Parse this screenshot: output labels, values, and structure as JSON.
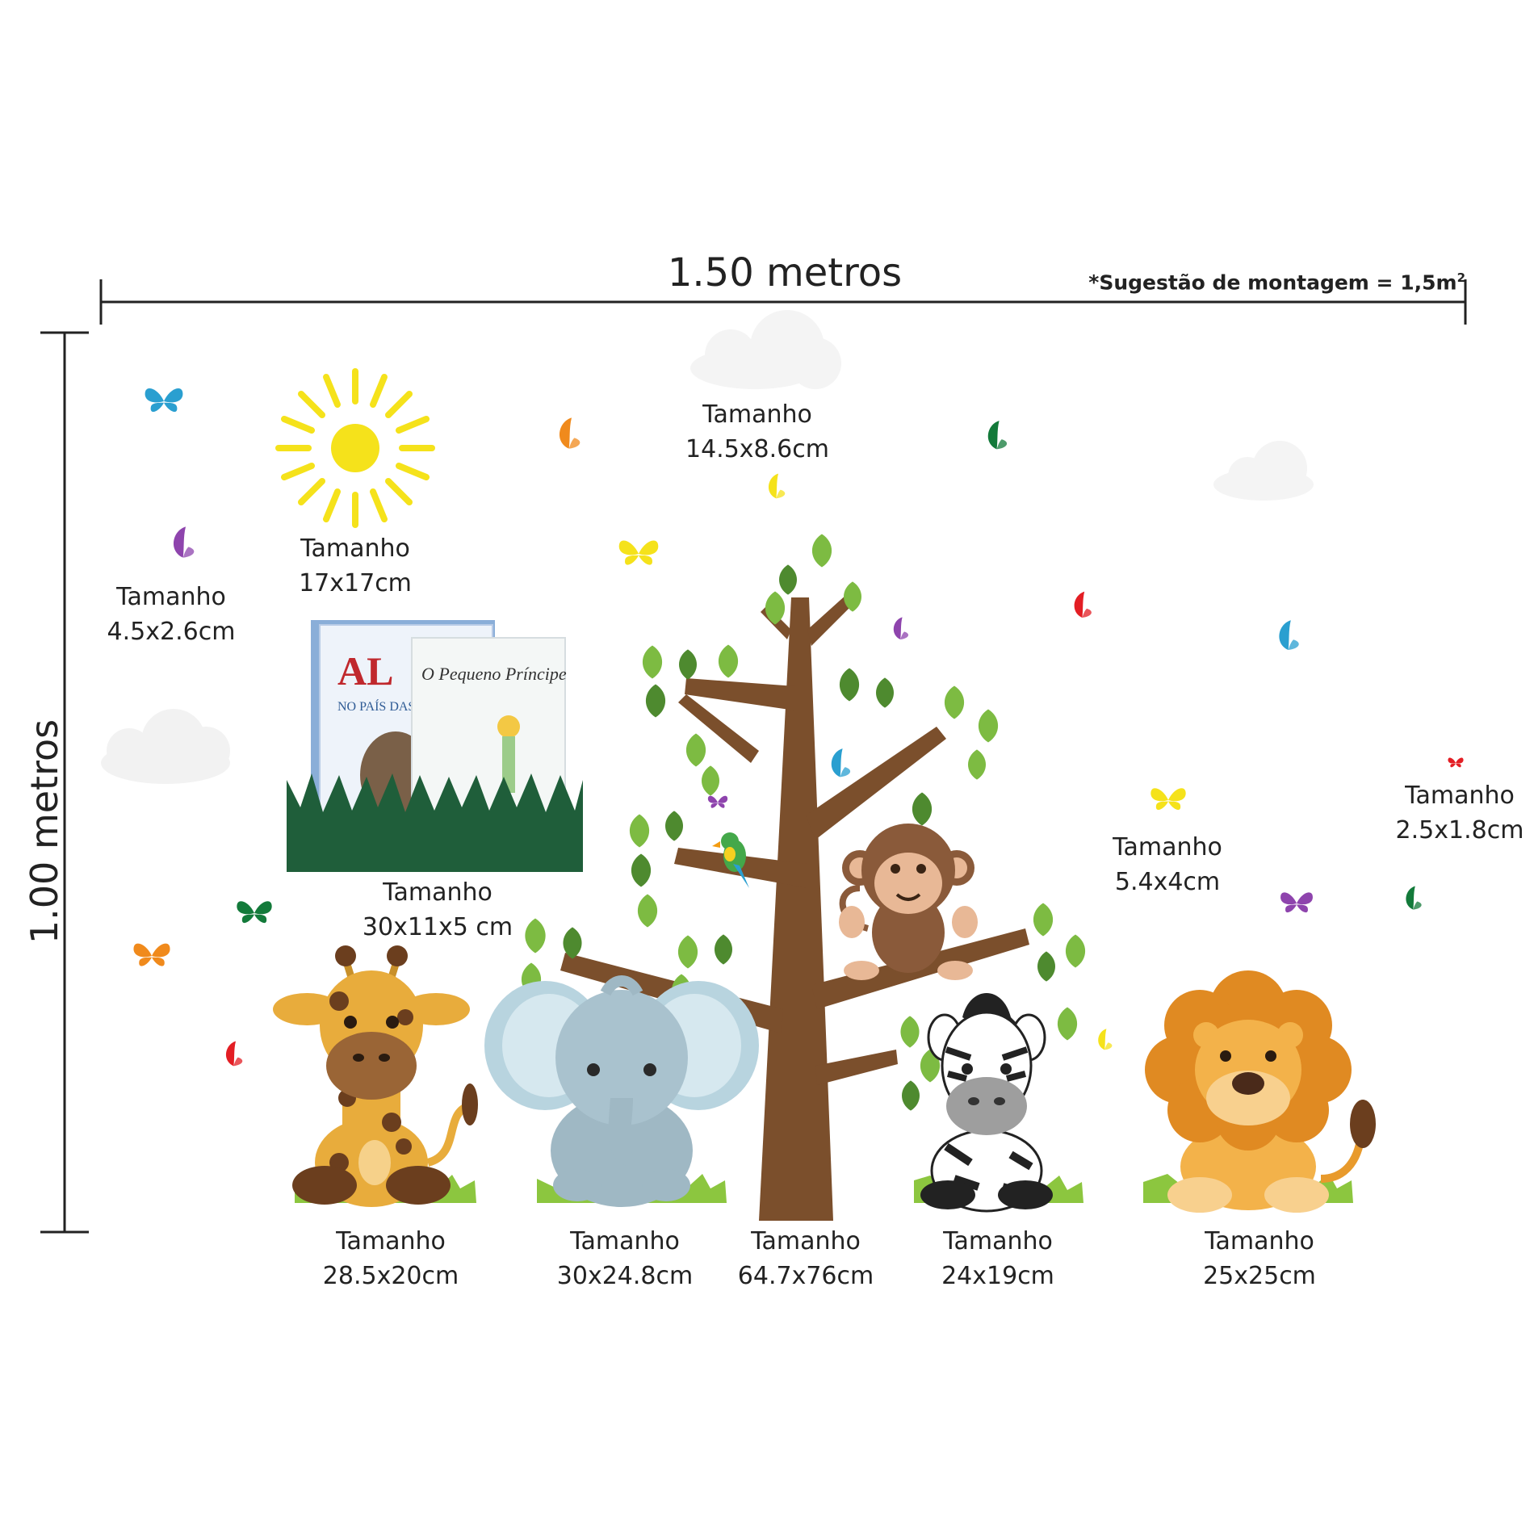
{
  "dimensions": {
    "width_label": "1.50 metros",
    "height_label": "1.00 metros",
    "suggestion_text": "*Sugestão de montagem = 1,5m",
    "suggestion_superscript": "2"
  },
  "labels": {
    "butterfly": {
      "word": "Tamanho",
      "size": "4.5x2.6cm"
    },
    "sun": {
      "word": "Tamanho",
      "size": "17x17cm"
    },
    "cloud": {
      "word": "Tamanho",
      "size": "14.5x8.6cm"
    },
    "bookshelf": {
      "word": "Tamanho",
      "size": "30x11x5 cm"
    },
    "small_butterfly": {
      "word": "Tamanho",
      "size": "5.4x4cm"
    },
    "tiny_butterfly": {
      "word": "Tamanho",
      "size": "2.5x1.8cm"
    },
    "giraffe": {
      "word": "Tamanho",
      "size": "28.5x20cm"
    },
    "elephant": {
      "word": "Tamanho",
      "size": "30x24.8cm"
    },
    "tree": {
      "word": "Tamanho",
      "size": "64.7x76cm"
    },
    "zebra": {
      "word": "Tamanho",
      "size": "24x19cm"
    },
    "lion": {
      "word": "Tamanho",
      "size": "25x25cm"
    }
  },
  "books": {
    "book1_title": "AL",
    "book1_subtitle": "NO PAÍS DAS",
    "book2_title": "O Pequeno Príncipe"
  },
  "colors": {
    "trunk": "#7b4f2c",
    "leaf_light": "#7dbb42",
    "leaf_dark": "#4e8a2f",
    "sun": "#f5e21b",
    "grass": "#8cc63f",
    "bookshelf": "#1f5e3a"
  }
}
